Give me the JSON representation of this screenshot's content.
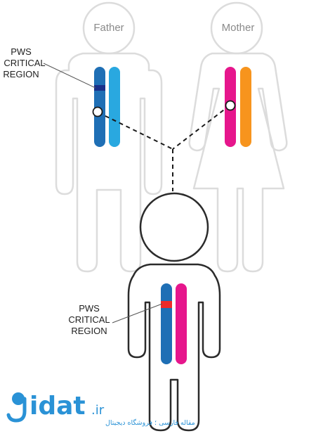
{
  "diagram": {
    "father_label": "Father",
    "mother_label": "Mother",
    "father_region_label": [
      "PWS",
      "CRITICAL",
      "REGION"
    ],
    "child_region_label": [
      "PWS",
      "CRITICAL",
      "REGION"
    ]
  },
  "colors": {
    "father_chromosome_1": "#1f6fb5",
    "father_chromosome_2": "#29a8e0",
    "father_region_mark": "#1a2f8a",
    "mother_chromosome_1": "#e6168c",
    "mother_chromosome_2": "#f7941d",
    "child_chromosome_1": "#1f6fb5",
    "child_chromosome_2": "#e6168c",
    "child_region_mark": "#ee2a2a",
    "parent_outline": "#dcdcdc",
    "child_outline": "#2b2b2b",
    "watermark": "#2a92d6"
  },
  "watermark": {
    "brand": "gidat",
    "tld": ".ir",
    "tagline": "مقاله فارسی ؛ فروشگاه دیجیتال"
  }
}
